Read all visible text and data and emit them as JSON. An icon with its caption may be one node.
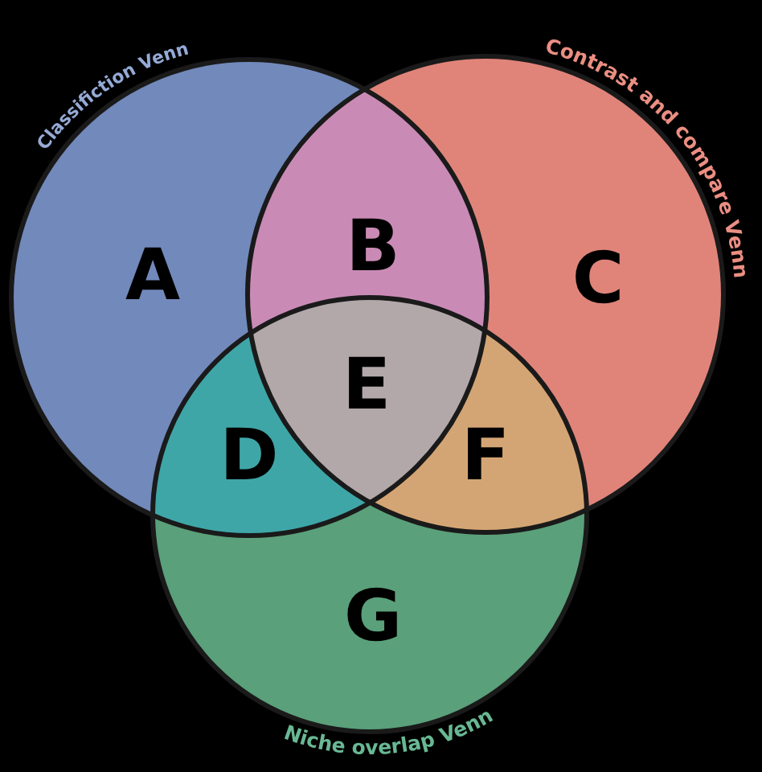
{
  "diagram": {
    "nodes": [
      {
        "text": [
          "Classifiction Venn"
        ]
      },
      {
        "text": [
          "Contrast and compare Venn"
        ]
      },
      {
        "text": [
          "Niche overlap Venn"
        ]
      }
    ],
    "labels": [
      "A",
      "B",
      "C",
      "D",
      "E",
      "F",
      "G"
    ]
  }
}
